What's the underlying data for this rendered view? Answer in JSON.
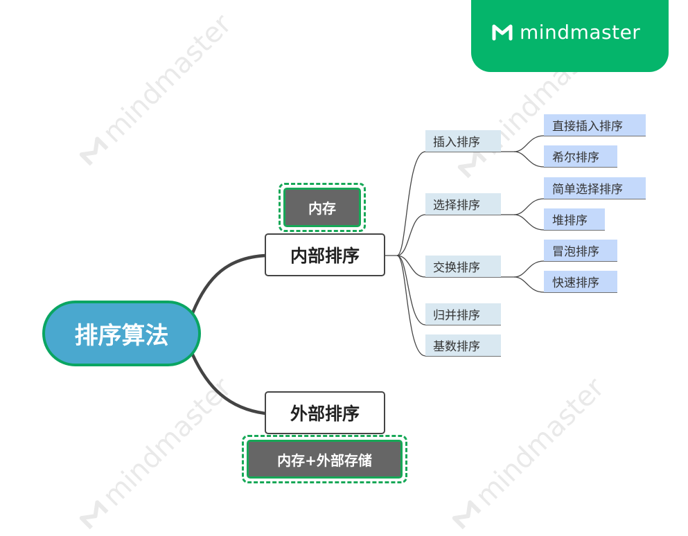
{
  "brand": {
    "name": "mindmaster",
    "logo_icon": "mindmaster-logo-icon"
  },
  "watermark": {
    "text": "mindmaster"
  },
  "mindmap": {
    "root": {
      "label": "排序算法"
    },
    "internal": {
      "label": "内部排序",
      "note": "内存",
      "categories": [
        {
          "label": "插入排序",
          "methods": [
            "直接插入排序",
            "希尔排序"
          ]
        },
        {
          "label": "选择排序",
          "methods": [
            "简单选择排序",
            "堆排序"
          ]
        },
        {
          "label": "交换排序",
          "methods": [
            "冒泡排序",
            "快速排序"
          ]
        },
        {
          "label": "归并排序",
          "methods": []
        },
        {
          "label": "基数排序",
          "methods": []
        }
      ]
    },
    "external": {
      "label": "外部排序",
      "note": "内存+外部存储"
    }
  },
  "colors": {
    "brand_green": "#05b56b",
    "root_fill": "#4aa8cf",
    "root_border": "#0aa562",
    "note_fill": "#666666",
    "note_border": "#16a857",
    "category_fill": "#d9e8f1",
    "method_fill": "#c4d9fb",
    "connector": "#444444"
  }
}
